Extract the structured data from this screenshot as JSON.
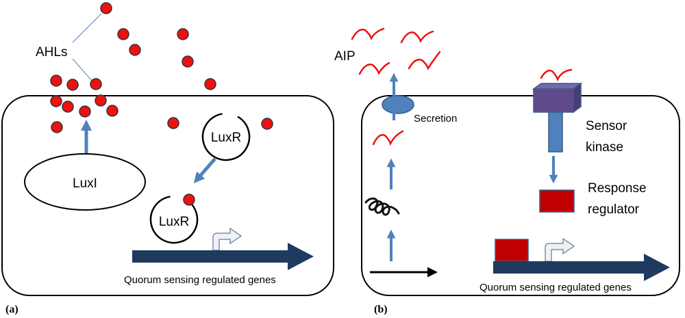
{
  "panel_a": {
    "panel_label": "(a)",
    "ahl_label": "AHLs",
    "luxi_label": "LuxI",
    "luxr_free_label": "LuxR",
    "luxr_bound_label": "LuxR",
    "genes_label": "Quorum sensing  regulated genes"
  },
  "panel_b": {
    "panel_label": "(b)",
    "aip_label": "AIP",
    "secretion_label": "Secretion",
    "sensor_label_1": "Sensor",
    "sensor_label_2": "kinase",
    "response_label_1": "Response",
    "response_label_2": "regulator",
    "genes_label": "Quorum sensing  regulated genes"
  },
  "colors": {
    "ahl_fill": "#ee1111",
    "aip_stroke": "#ee1111",
    "arrow_blue": "#4f81bd",
    "gene_navy": "#1f3a5f",
    "regulator_red": "#c00000",
    "kinase_purple": "#5f4b8b"
  }
}
